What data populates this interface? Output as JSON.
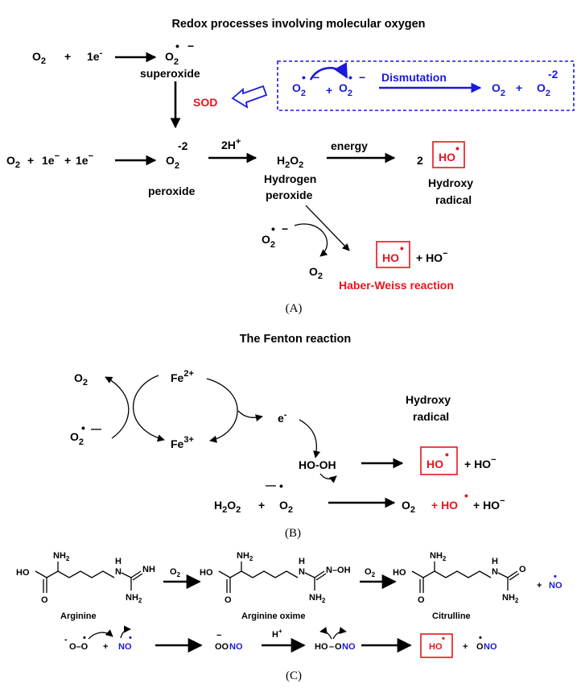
{
  "panel_a": {
    "title": "Redox processes involving molecular oxygen",
    "caption": "(A)",
    "o2": "O",
    "sub2": "2",
    "plus": "+",
    "one_e": "1e",
    "minus": "−",
    "neg2": "-2",
    "superoxide": "superoxide",
    "sod": "SOD",
    "dismutation": "Dismutation",
    "two_h_plus": "2H",
    "h2o2_h": "H",
    "h2o2_o": "O",
    "hydrogen": "Hydrogen",
    "peroxide_word": "peroxide",
    "peroxide": "peroxide",
    "energy": "energy",
    "two": "2",
    "ho": "HO",
    "hydroxy": "Hydroxy",
    "radical": "radical",
    "ho_minus_text": "+ HO",
    "haber_weiss": "Haber-Weiss reaction"
  },
  "panel_b": {
    "title": "The Fenton reaction",
    "caption": "(B)",
    "fe2": "Fe",
    "fe2_sup": "2+",
    "fe3": "Fe",
    "fe3_sup": "3+",
    "e": "e",
    "hooh": "HO-OH",
    "hydroxy": "Hydroxy",
    "radical": "radical",
    "ho": "HO",
    "plus_ho": "+ HO",
    "h2o2": "H",
    "red_plus_ho": "+ HO"
  },
  "panel_c": {
    "caption": "(C)",
    "arginine": "Arginine",
    "arginine_oxime": "Arginine oxime",
    "citrulline": "Citrulline",
    "nh2": "NH",
    "ho": "HO",
    "o": "O",
    "h": "H",
    "n": "N",
    "nh": "NH",
    "noh": "N–OH",
    "no": "NO",
    "ooNO_oo": "OO",
    "ho_dash": "HO",
    "o_radical": "O"
  },
  "colors": {
    "red": "#e8141c",
    "blue": "#1a1adb",
    "black": "#000000"
  }
}
